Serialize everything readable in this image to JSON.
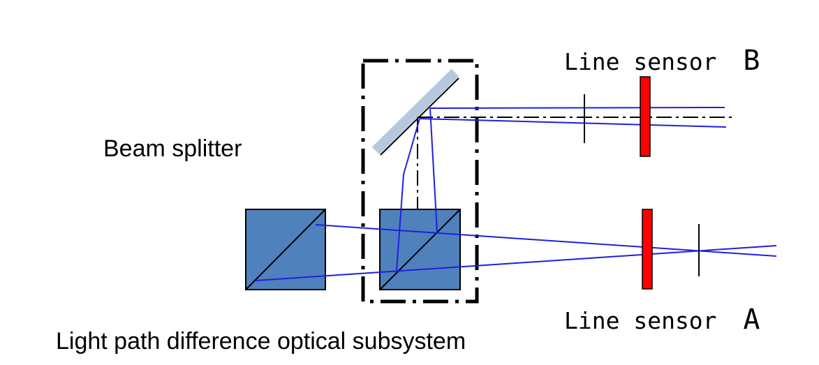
{
  "labels": {
    "beam_splitter": "Beam splitter",
    "subsystem": "Light path difference optical subsystem",
    "sensor_b_prefix": "Line sensor",
    "sensor_b_letter": "B",
    "sensor_a_prefix": "Line sensor",
    "sensor_a_letter": "A"
  },
  "colors": {
    "prism": "#4f81bd",
    "beam": "#1f1fe0",
    "sensor": "#ff0000",
    "mirror": "#b8c8dc"
  },
  "icons": {
    "prism": "cube-beam-splitter-icon",
    "mirror": "mirror-icon",
    "sensor": "line-sensor-icon"
  }
}
